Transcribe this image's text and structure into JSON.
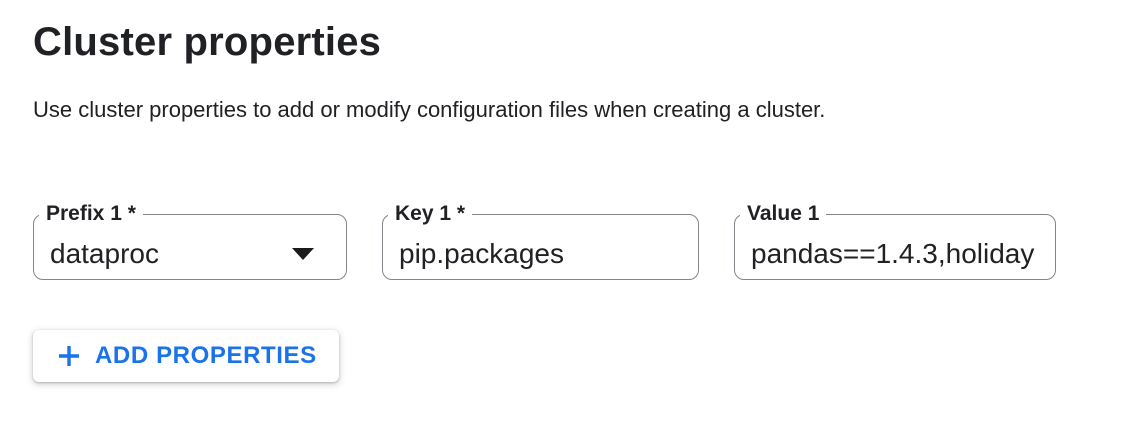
{
  "page": {
    "title": "Cluster properties",
    "description": "Use cluster properties to add or modify configuration files when creating a cluster."
  },
  "fields": {
    "prefix": {
      "label": "Prefix 1 *",
      "value": "dataproc"
    },
    "key": {
      "label": "Key 1 *",
      "value": "pip.packages"
    },
    "value": {
      "label": "Value 1",
      "value": "pandas==1.4.3,holiday"
    }
  },
  "actions": {
    "add_properties_label": "ADD PROPERTIES"
  },
  "icons": {
    "dropdown_arrow": "arrow-drop-down-icon",
    "plus": "plus-icon"
  },
  "colors": {
    "accent_blue": "#1a73e8",
    "text_primary": "#202124",
    "field_border": "#80868b"
  }
}
